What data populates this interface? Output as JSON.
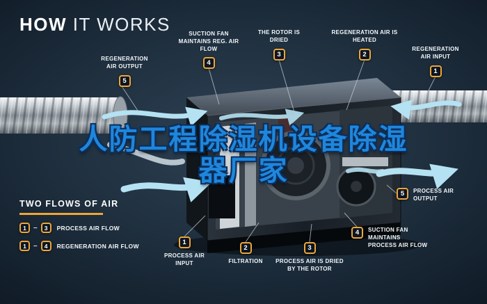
{
  "title": {
    "bold": "HOW",
    "light": " IT WORKS"
  },
  "watermark": {
    "line1": "人防工程除湿机设备除湿",
    "line2": "器厂家"
  },
  "top_callouts": [
    {
      "num": "5",
      "label": "REGENERATION AIR OUTPUT"
    },
    {
      "num": "4",
      "label": "SUCTION FAN MAINTAINS REG. AIR FLOW"
    },
    {
      "num": "3",
      "label": "THE ROTOR IS DRIED"
    },
    {
      "num": "2",
      "label": "REGENERATION AIR IS HEATED"
    },
    {
      "num": "1",
      "label": "REGENERATION AIR INPUT"
    }
  ],
  "bottom_callouts": [
    {
      "num": "1",
      "label": "PROCESS AIR INPUT"
    },
    {
      "num": "2",
      "label": "FILTRATION"
    },
    {
      "num": "3",
      "label": "PROCESS AIR IS DRIED BY THE ROTOR"
    },
    {
      "num": "4",
      "label": "SUCTION FAN MAINTAINS PROCESS AIR FLOW"
    },
    {
      "num": "5",
      "label": "PROCESS AIR OUTPUT"
    }
  ],
  "legend": {
    "heading": "TWO FLOWS OF AIR",
    "rows": [
      {
        "from": "1",
        "dash": "–",
        "to": "3",
        "label": "PROCESS AIR FLOW"
      },
      {
        "from": "1",
        "dash": "–",
        "to": "4",
        "label": "REGENERATION AIR FLOW"
      }
    ]
  },
  "colors": {
    "accent_yellow": "#EFA636",
    "flow_blue": "#B5E2F2",
    "watermark_blue": "#1F86DC",
    "background": "#1D2D3C",
    "label_white": "#F3F7FA"
  }
}
